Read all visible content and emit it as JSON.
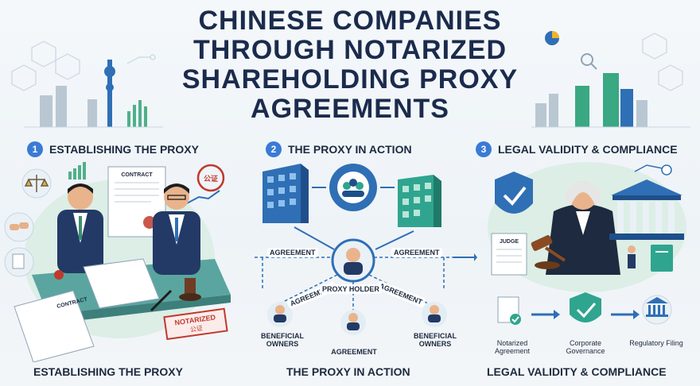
{
  "title_lines": [
    "CHINESE COMPANIES",
    "THROUGH NOTARIZED",
    "SHAREHOLDING PROXY",
    "AGREEMENTS"
  ],
  "sections": [
    {
      "number": "1",
      "heading": "ESTABLISHING THE PROXY",
      "footer": "ESTABLISHING THE PROXY"
    },
    {
      "number": "2",
      "heading": "THE PROXY IN ACTION",
      "footer": "THE PROXY IN ACTION"
    },
    {
      "number": "3",
      "heading": "LEGAL VALIDITY & COMPLIANCE",
      "footer": "LEGAL VALIDITY & COMPLIANCE"
    }
  ],
  "panel1": {
    "contract_top": "CONTRACT",
    "contract_front": "CONTRACT",
    "seal_text": "公证",
    "stamp_label": "NOTARIZED",
    "stamp_sub": "公证"
  },
  "panel2": {
    "agreement_left": "AGREEMENT",
    "agreement_right": "AGREEMENT",
    "agreement_diag_left": "AGREEMENT",
    "agreement_diag_right": "AGREEMENT",
    "proxy_holder": "PROXY HOLDER",
    "beneficial_left": "BENEFICIAL OWNERS",
    "agreement_bottom": "AGREEMENT",
    "beneficial_right": "BENEFICIAL OWNERS"
  },
  "panel3": {
    "judge_doc": "JUDGE",
    "item1": "Notarized Agreement",
    "item2": "Corporate Governance",
    "item3": "Regulatory Filing"
  },
  "colors": {
    "navy": "#1b2b4c",
    "accent_blue": "#3a7bd5",
    "teal": "#2fa58f",
    "green": "#5bb36b",
    "seal_red": "#c0392b"
  }
}
